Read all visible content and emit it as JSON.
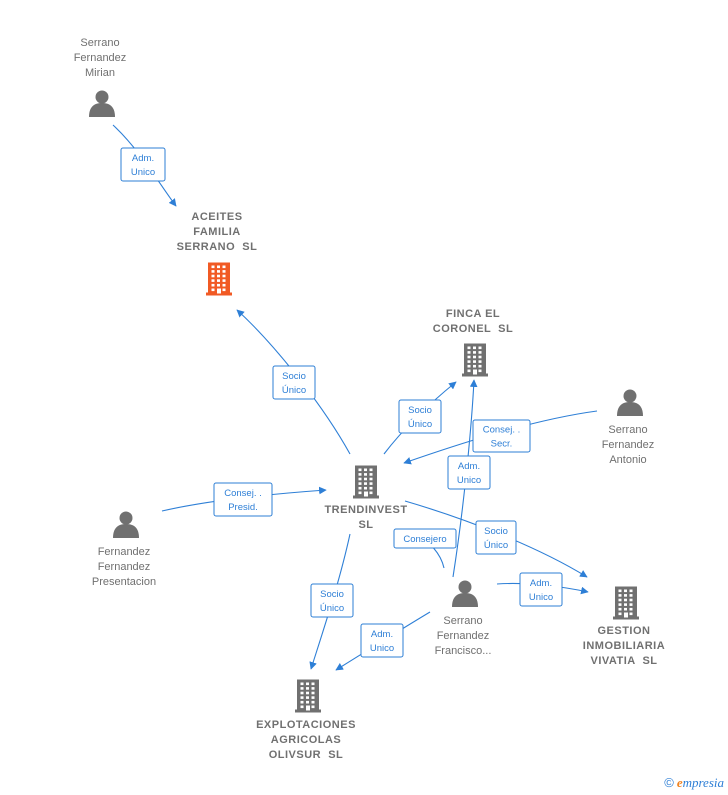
{
  "colors": {
    "edge": "#2e7fd6",
    "entity": "#707070",
    "highlight": "#f15a24",
    "person": "#707070"
  },
  "nodes": [
    {
      "id": "serrano-fernandez-mirian",
      "kind": "person",
      "icon": "person-icon",
      "label": [
        "Serrano",
        "Fernandez",
        "Mirian"
      ]
    },
    {
      "id": "aceites-familia-serrano",
      "kind": "company",
      "highlight": true,
      "icon": "building-icon",
      "label": [
        "ACEITES",
        "FAMILIA",
        "SERRANO  SL"
      ]
    },
    {
      "id": "finca-el-coronel",
      "kind": "company",
      "icon": "building-icon",
      "label": [
        "FINCA EL",
        "CORONEL  SL"
      ]
    },
    {
      "id": "serrano-fernandez-antonio",
      "kind": "person",
      "icon": "person-icon",
      "label": [
        "Serrano",
        "Fernandez",
        "Antonio"
      ]
    },
    {
      "id": "trendinvest",
      "kind": "company",
      "icon": "building-icon",
      "label": [
        "TRENDINVEST",
        "SL"
      ]
    },
    {
      "id": "fernandez-fernandez-presentacion",
      "kind": "person",
      "icon": "person-icon",
      "label": [
        "Fernandez",
        "Fernandez",
        "Presentacion"
      ]
    },
    {
      "id": "serrano-fernandez-francisco",
      "kind": "person",
      "icon": "person-icon",
      "label": [
        "Serrano",
        "Fernandez",
        "Francisco..."
      ]
    },
    {
      "id": "gestion-inmobiliaria-vivatia",
      "kind": "company",
      "icon": "building-icon",
      "label": [
        "GESTION",
        "INMOBILIARIA",
        "VIVATIA  SL"
      ]
    },
    {
      "id": "explotaciones-agricolas-olivsur",
      "kind": "company",
      "icon": "building-icon",
      "label": [
        "EXPLOTACIONES",
        "AGRICOLAS",
        "OLIVSUR  SL"
      ]
    }
  ],
  "edges": [
    {
      "id": "mirian-aceites",
      "label": [
        "Adm.",
        "Unico"
      ]
    },
    {
      "id": "trendinvest-aceites",
      "label": [
        "Socio",
        "Único"
      ]
    },
    {
      "id": "trendinvest-finca",
      "label": [
        "Socio",
        "Único"
      ]
    },
    {
      "id": "antonio-trendinvest",
      "label": [
        "Consej. .",
        "Secr."
      ]
    },
    {
      "id": "francisco-finca",
      "label": [
        "Adm.",
        "Unico"
      ]
    },
    {
      "id": "presentacion-trendinvest",
      "label": [
        "Consej. .",
        "Presid."
      ]
    },
    {
      "id": "francisco-trendinvest",
      "label": [
        "Consejero"
      ]
    },
    {
      "id": "trendinvest-gestion",
      "label": [
        "Socio",
        "Único"
      ]
    },
    {
      "id": "francisco-gestion",
      "label": [
        "Adm.",
        "Unico"
      ]
    },
    {
      "id": "trendinvest-explotaciones",
      "label": [
        "Socio",
        "Único"
      ]
    },
    {
      "id": "francisco-explotaciones",
      "label": [
        "Adm.",
        "Unico"
      ]
    }
  ],
  "watermark": {
    "copyright": "©",
    "brand_initial": "e",
    "brand_rest": "mpresia"
  }
}
